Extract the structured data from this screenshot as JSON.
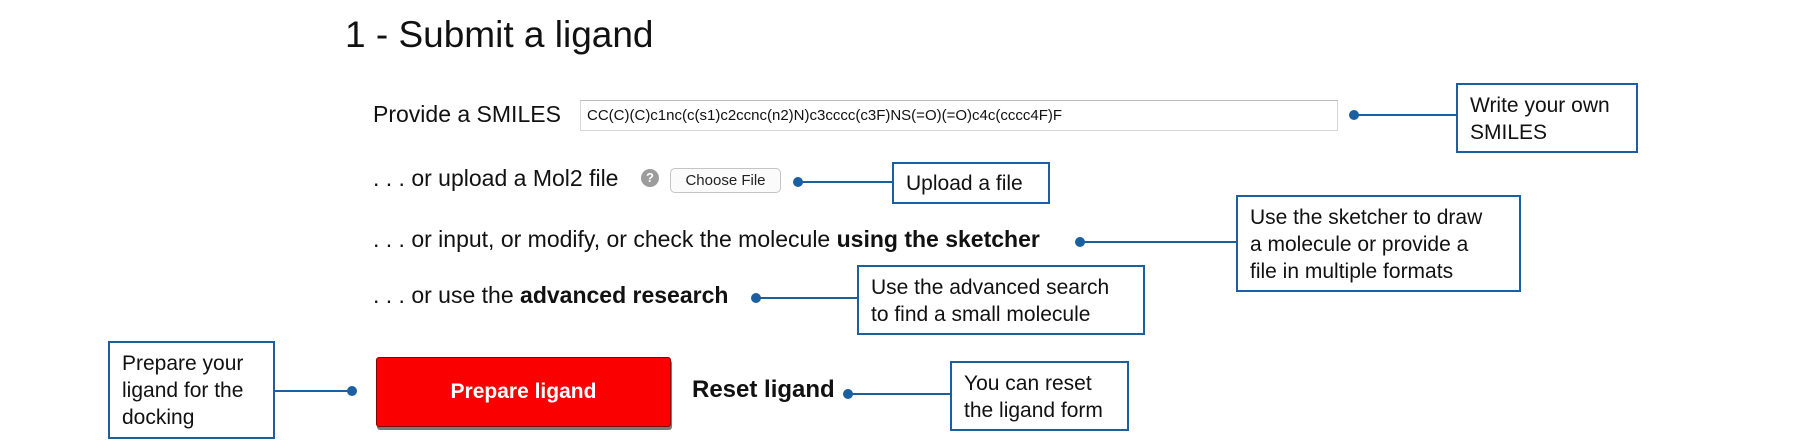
{
  "section_title": "1 - Submit a ligand",
  "smiles_row": {
    "label": "Provide a SMILES",
    "value": "CC(C)(C)c1nc(c(s1)c2ccnc(n2)N)c3cccc(c3F)NS(=O)(=O)c4c(cccc4F)F"
  },
  "upload_row": {
    "label": ". . . or upload a Mol2 file",
    "help_icon": "question-circle-icon",
    "help_glyph": "?",
    "button_label": "Choose File"
  },
  "sketcher_row": {
    "prefix": ". . . or input, or modify, or check the molecule ",
    "link": "using the sketcher"
  },
  "advanced_row": {
    "prefix": ". . . or use the ",
    "link": "advanced research"
  },
  "actions": {
    "prepare_label": "Prepare ligand",
    "prepare_color": "#fa0000",
    "reset_label": "Reset ligand"
  },
  "callouts": {
    "smiles": "Write your own\nSMILES",
    "upload": "Upload a file",
    "sketcher": "Use the sketcher to draw\na molecule or provide a\nfile in multiple formats",
    "advanced": "Use the advanced search\nto find a small molecule",
    "prepare": "Prepare your\nligand for the\ndocking",
    "reset": "You can reset\nthe ligand form"
  },
  "annotation_color": "#1a5fa0"
}
